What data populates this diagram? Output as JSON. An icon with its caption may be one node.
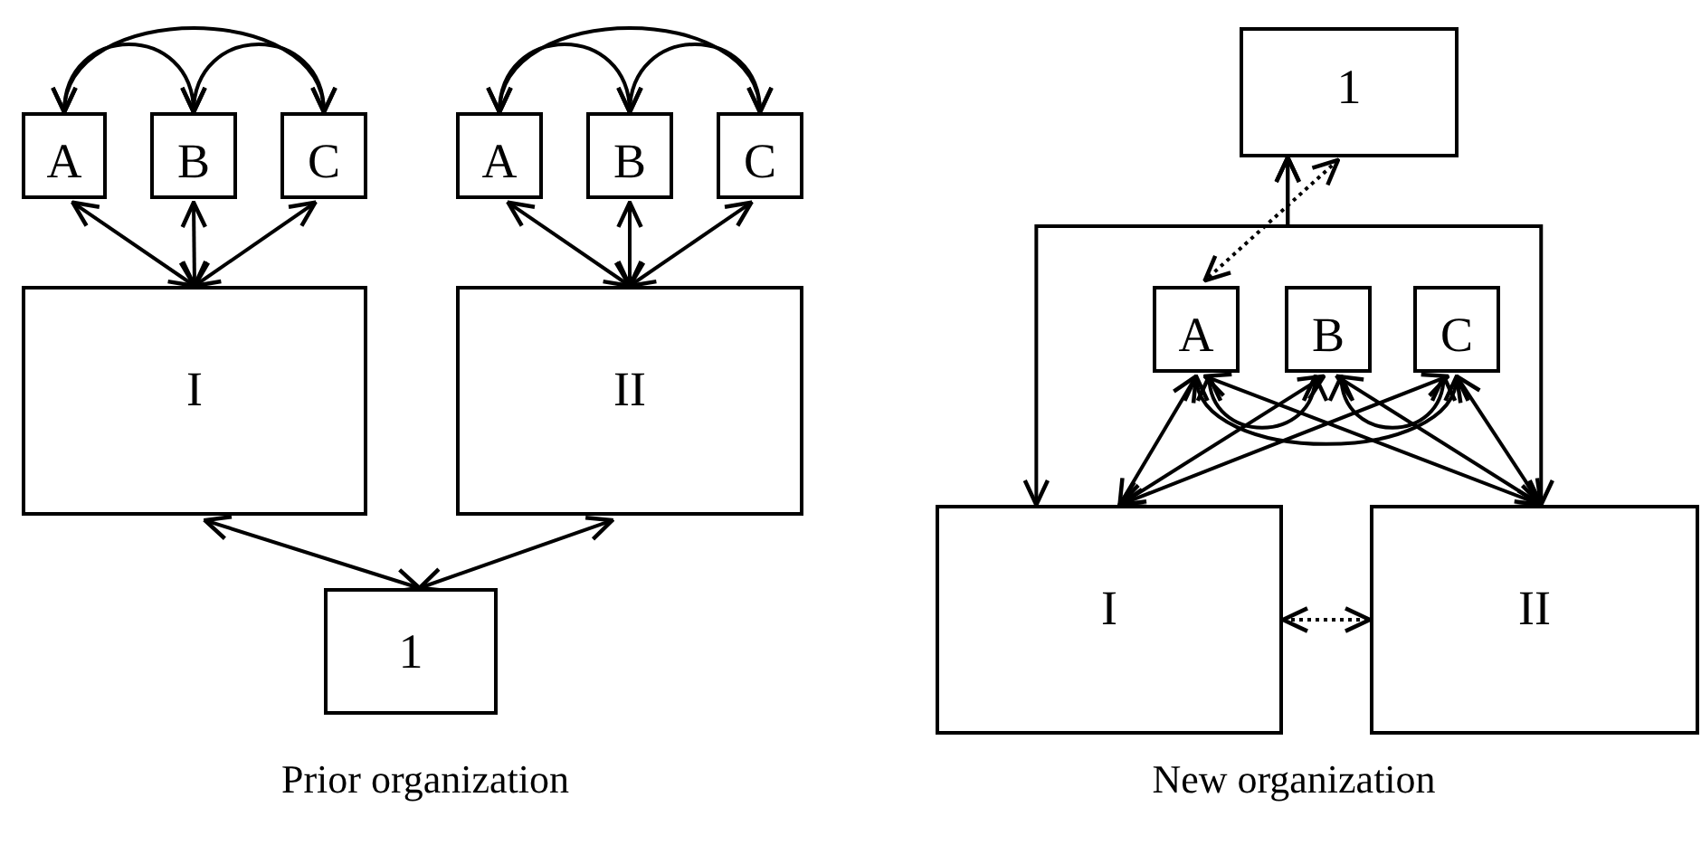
{
  "diagram": {
    "nodes": [
      {
        "text": [
          "A"
        ]
      },
      {
        "text": [
          "B"
        ]
      },
      {
        "text": [
          "C"
        ]
      },
      {
        "text": [
          "A"
        ]
      },
      {
        "text": [
          "B"
        ]
      },
      {
        "text": [
          "C"
        ]
      },
      {
        "text": [
          "I"
        ]
      },
      {
        "text": [
          "II"
        ]
      },
      {
        "text": [
          "1"
        ]
      },
      {
        "text": [
          "1"
        ]
      },
      {
        "text": [
          "A"
        ]
      },
      {
        "text": [
          "B"
        ]
      },
      {
        "text": [
          "C"
        ]
      },
      {
        "text": [
          "I"
        ]
      },
      {
        "text": [
          "II"
        ]
      }
    ],
    "edges": [
      {
        "from": 0,
        "to": 1,
        "arrow": "both"
      },
      {
        "from": 0,
        "to": 2,
        "arrow": "both"
      },
      {
        "from": 1,
        "to": 2,
        "arrow": "both"
      },
      {
        "from": 0,
        "to": 6,
        "arrow": "both"
      },
      {
        "from": 1,
        "to": 6,
        "arrow": "both"
      },
      {
        "from": 2,
        "to": 6,
        "arrow": "both"
      },
      {
        "from": 3,
        "to": 4,
        "arrow": "both"
      },
      {
        "from": 3,
        "to": 5,
        "arrow": "both"
      },
      {
        "from": 4,
        "to": 5,
        "arrow": "both"
      },
      {
        "from": 3,
        "to": 7,
        "arrow": "both"
      },
      {
        "from": 4,
        "to": 7,
        "arrow": "both"
      },
      {
        "from": 5,
        "to": 7,
        "arrow": "both"
      },
      {
        "from": 6,
        "to": 8,
        "arrow": "both"
      },
      {
        "from": 7,
        "to": 8,
        "arrow": "both"
      },
      {
        "from": 9,
        "to": 13,
        "arrow": "both"
      },
      {
        "from": 9,
        "to": 14,
        "arrow": "both"
      },
      {
        "from": 9,
        "to": 10,
        "arrow": "both",
        "style": "dashed"
      },
      {
        "from": 10,
        "to": 13,
        "arrow": "both"
      },
      {
        "from": 10,
        "to": 14,
        "arrow": "both"
      },
      {
        "from": 11,
        "to": 13,
        "arrow": "both"
      },
      {
        "from": 11,
        "to": 14,
        "arrow": "both"
      },
      {
        "from": 12,
        "to": 13,
        "arrow": "both"
      },
      {
        "from": 12,
        "to": 14,
        "arrow": "both"
      },
      {
        "from": 10,
        "to": 11,
        "arrow": "both"
      },
      {
        "from": 11,
        "to": 12,
        "arrow": "both"
      },
      {
        "from": 10,
        "to": 12,
        "arrow": "both"
      },
      {
        "from": 13,
        "to": 14,
        "arrow": "both",
        "style": "dashed"
      }
    ],
    "labels": [
      "Prior organization",
      "New organization"
    ]
  }
}
